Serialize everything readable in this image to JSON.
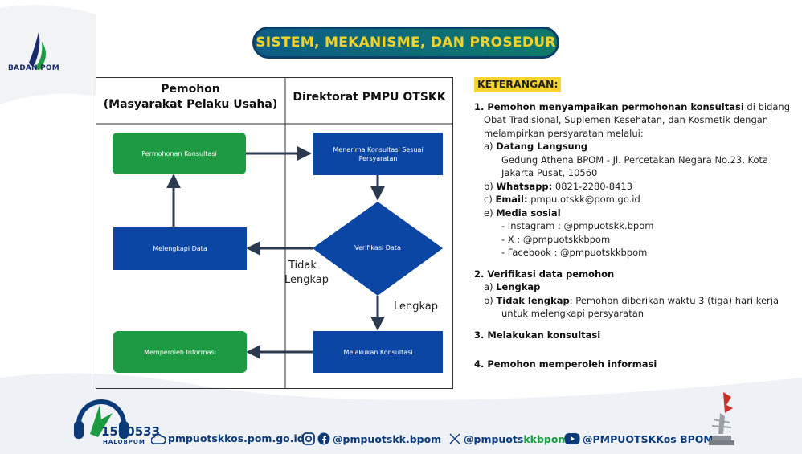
{
  "header": {
    "logo_text": "BADAN POM",
    "title": "SISTEM, MEKANISME, DAN PROSEDUR"
  },
  "flowchart": {
    "columns": [
      {
        "line1": "Pemohon",
        "line2": "(Masyarakat Pelaku Usaha)"
      },
      {
        "line1": "Direktorat PMPU OTSKK"
      }
    ],
    "nodes": {
      "permohonan": "Permohonan Konsultasi",
      "menerima": "Menerima Konsultasi Sesuai Persyaratan",
      "verifikasi": "Verifikasi Data",
      "melengkapi": "Melengkapi Data",
      "melakukan": "Melakukan Konsultasi",
      "memperoleh": "Memperoleh Informasi"
    },
    "edge_labels": {
      "tidak_1": "Tidak",
      "tidak_2": "Lengkap",
      "lengkap": "Lengkap"
    },
    "colors": {
      "green": "#1e9a43",
      "blue": "#0c46a4",
      "arrow": "#2b3a4f"
    }
  },
  "keterangan": {
    "title": "KETERANGAN:",
    "item1": {
      "lead": "1. Pemohon menyampaikan permohonan konsultasi",
      "rest1": " di bidang",
      "rest2": "Obat Tradisional, Suplemen Kesehatan, dan Kosmetik dengan",
      "rest3": "melampirkan persyaratan melalui:",
      "a_prefix": "a) ",
      "a_label": "Datang Langsung",
      "a_line1": "Gedung Athena BPOM - Jl. Percetakan Negara No.23, Kota",
      "a_line2": "Jakarta Pusat, 10560",
      "b_prefix": "b) ",
      "b_label": "Whatsapp:",
      "b_value": " 0821-2280-8413",
      "c_prefix": "c) ",
      "c_label": "Email:",
      "c_value": " pmpu.otskk@pom.go.id",
      "e_prefix": "e) ",
      "e_label": "Media sosial",
      "e_ig": "- Instagram : @pmpuotskk.bpom",
      "e_x": "- X : @pmpuotskkbpom",
      "e_fb": "- Facebook : @pmpuotskkbpom"
    },
    "item2": {
      "lead": "2. Verifikasi data pemohon",
      "a_prefix": "a) ",
      "a_label": "Lengkap",
      "b_prefix": "b) ",
      "b_label": "Tidak lengkap",
      "b_rest1": ": Pemohon diberikan waktu 3 (tiga) hari kerja",
      "b_rest2": "untuk melengkapi persyaratan"
    },
    "item3": "3. Melakukan konsultasi",
    "item4": "4. Pemohon memperoleh informasi"
  },
  "footer": {
    "hotline_number": "1500533",
    "hotline_sub": "HALOBPOM",
    "website": "pmpuotskkos.pom.go.id",
    "ig_fb": "@pmpuotskk.bpom",
    "x_part1": "@pmpuots",
    "x_part2": "kkbpom",
    "youtube": "@PMPUOTSKKos BPOM"
  }
}
